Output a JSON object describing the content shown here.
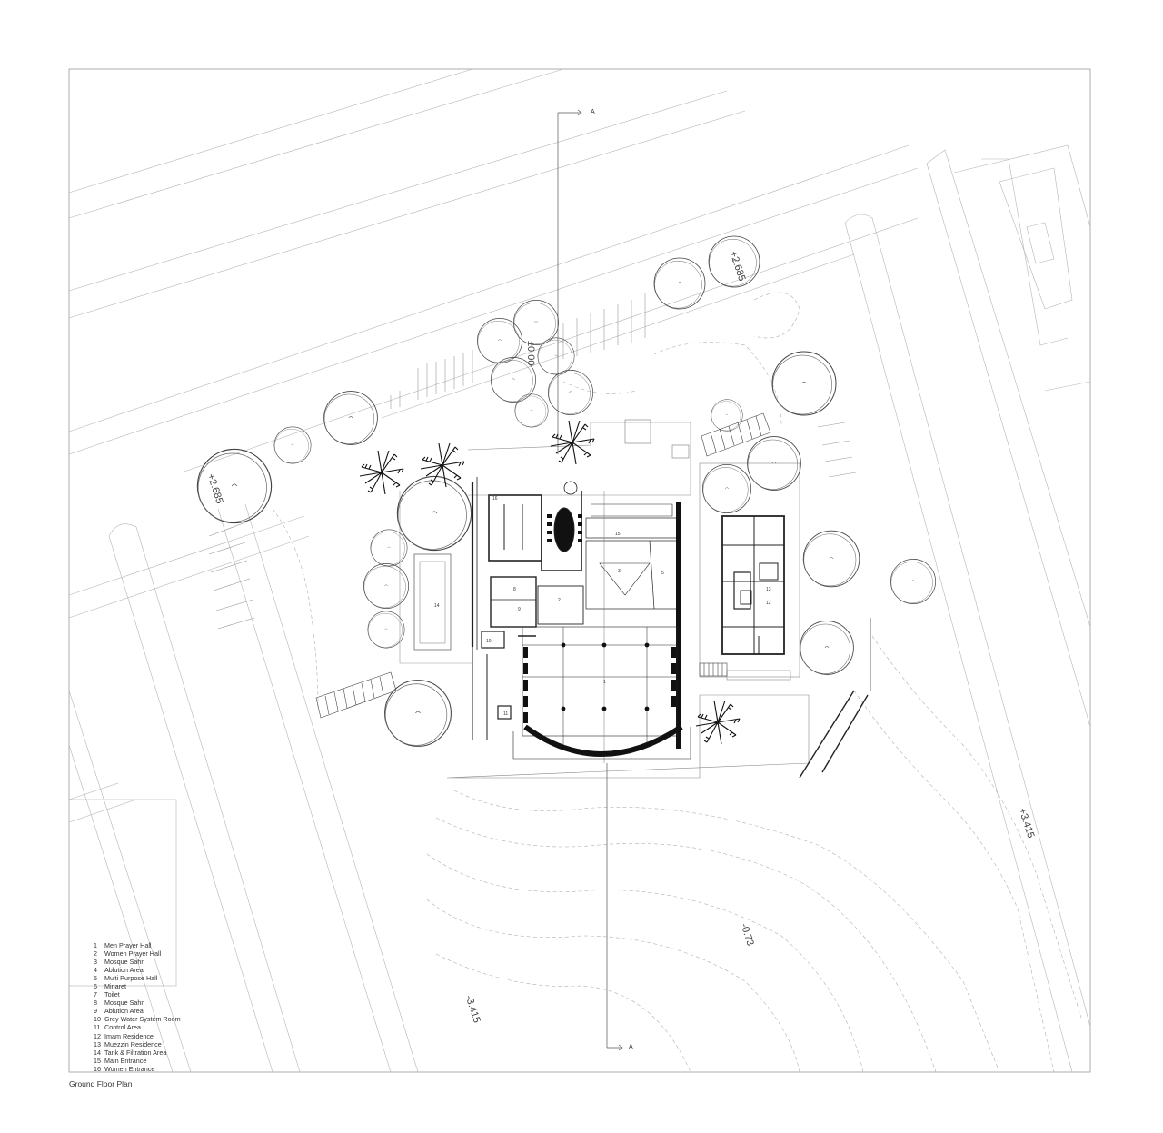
{
  "drawing": {
    "caption": "Ground Floor Plan",
    "section_marker": "A",
    "levels": {
      "top_right": "+2.685",
      "left": "+2.685",
      "center_top": "±0.00",
      "right": "+3.415",
      "center_bottom": "-0.73",
      "bottom_left": "-3.415"
    }
  },
  "legend": [
    {
      "num": "1",
      "label": "Men Prayer Hall"
    },
    {
      "num": "2",
      "label": "Women Prayer Hall"
    },
    {
      "num": "3",
      "label": "Mosque Sahn"
    },
    {
      "num": "4",
      "label": "Ablution Area"
    },
    {
      "num": "5",
      "label": "Multi Purpose Hall"
    },
    {
      "num": "6",
      "label": "Minaret"
    },
    {
      "num": "7",
      "label": "Toilet"
    },
    {
      "num": "8",
      "label": "Mosque Sahn"
    },
    {
      "num": "9",
      "label": "Ablution Area"
    },
    {
      "num": "10",
      "label": "Grey Water System Room"
    },
    {
      "num": "11",
      "label": "Control Area"
    },
    {
      "num": "12",
      "label": "Imam Residence"
    },
    {
      "num": "13",
      "label": "Muezzin Residence"
    },
    {
      "num": "14",
      "label": "Tank & Filtration Area"
    },
    {
      "num": "15",
      "label": "Main Entrance"
    },
    {
      "num": "16",
      "label": "Women Entrance"
    }
  ],
  "room_labels": {
    "r1": "1",
    "r2": "2",
    "r3": "3",
    "r5": "5",
    "r8": "8",
    "r9": "9",
    "r10": "10",
    "r11": "11",
    "r12": "12",
    "r13": "13",
    "r14": "14",
    "r15": "15",
    "r16": "16"
  }
}
